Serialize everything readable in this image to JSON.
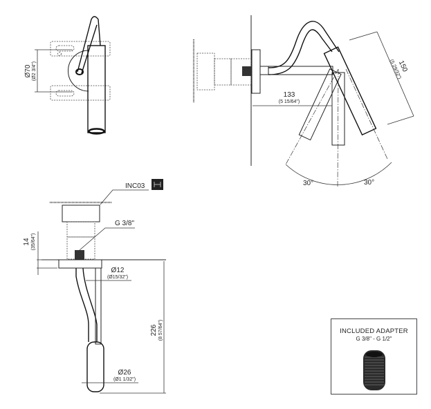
{
  "views": {
    "front": {
      "dim_diameter": "Ø70",
      "dim_diameter_imperial": "(Ø2 3/4\")"
    },
    "side": {
      "dim_projection": "133",
      "dim_projection_imperial": "(5 15/64\")",
      "dim_length": "150",
      "dim_length_imperial": "(5 29/32\")",
      "angle_left": "30°",
      "angle_right": "30°"
    },
    "section": {
      "finish_code": "INC03",
      "thread_label": "G 3/8\"",
      "dim_flange": "14",
      "dim_flange_imperial": "(35/64\")",
      "dim_tube_diameter": "Ø12",
      "dim_tube_diameter_imperial": "(Ø15/32\")",
      "dim_height": "226",
      "dim_height_imperial": "(8 57/64\")",
      "dim_head_diameter": "Ø26",
      "dim_head_diameter_imperial": "(Ø1 1/32\")"
    }
  },
  "adapter": {
    "title": "INCLUDED ADAPTER",
    "subtitle": "G 3/8\" - G 1/2\""
  },
  "icons": {
    "finish_swatch": "finish-swatch-icon",
    "adapter": "threaded-adapter-icon"
  }
}
